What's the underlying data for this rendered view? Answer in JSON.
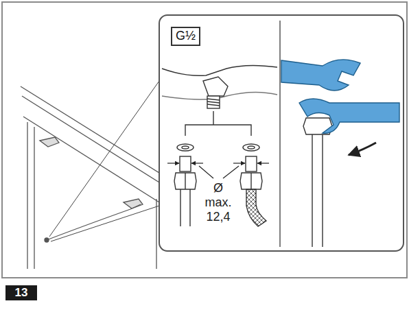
{
  "diagram": {
    "nodes": [
      {
        "text": [
          "G½"
        ]
      },
      {
        "text": [
          "13"
        ]
      }
    ],
    "labels": [
      "Ø max. 12,4"
    ]
  }
}
